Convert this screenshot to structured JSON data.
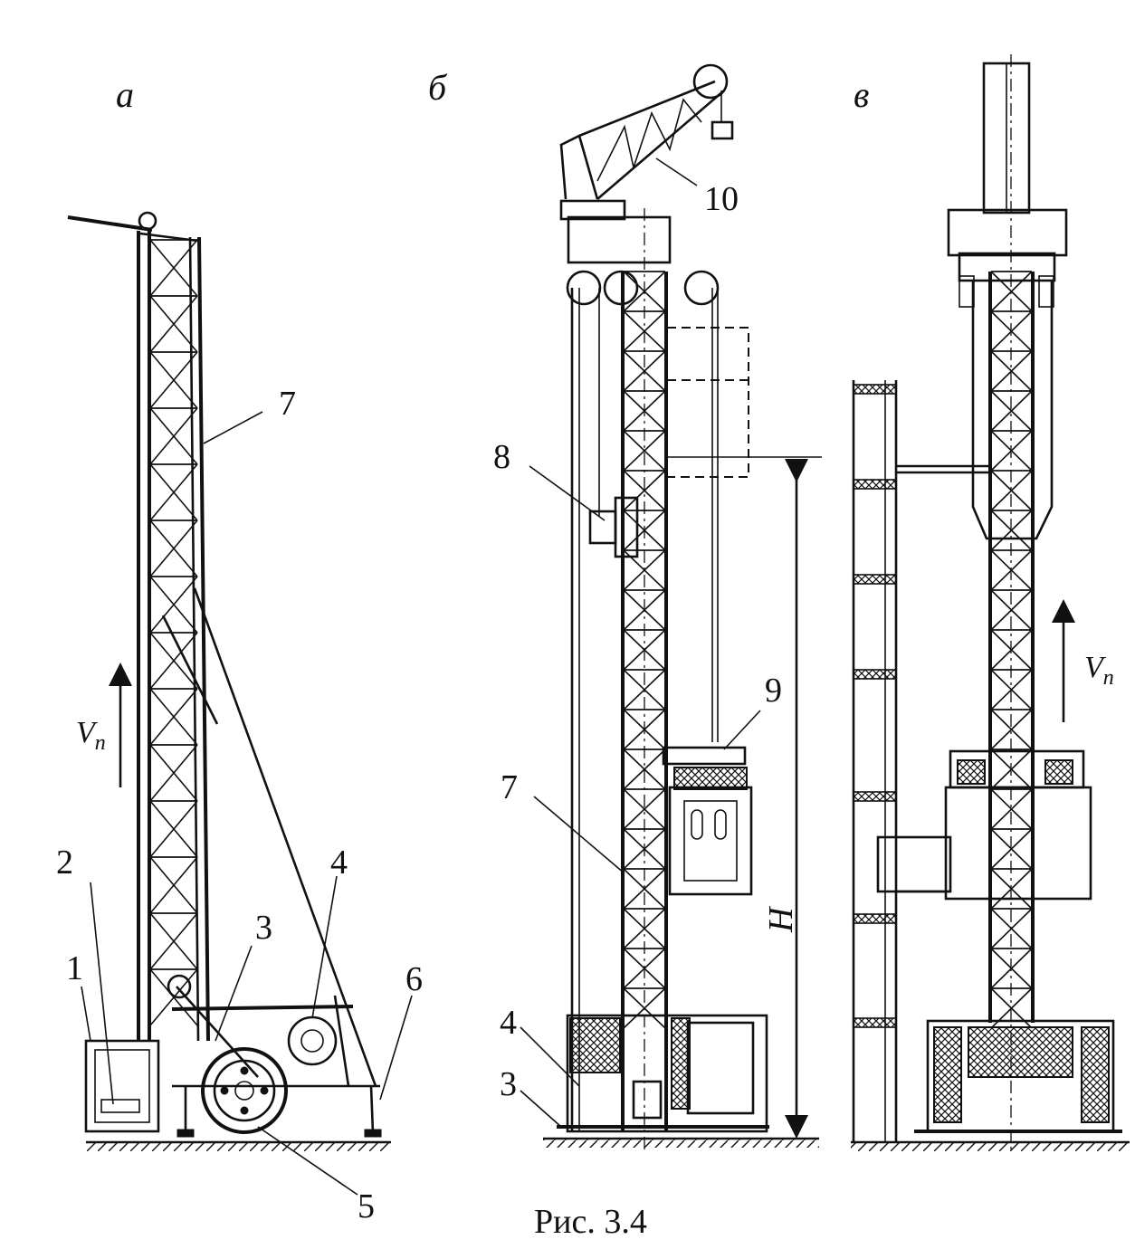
{
  "panels": {
    "a": "а",
    "b": "б",
    "c": "в"
  },
  "callouts": {
    "a": {
      "c1": "1",
      "c2": "2",
      "c3": "3",
      "c4": "4",
      "c5": "5",
      "c6": "6",
      "c7": "7"
    },
    "b": {
      "c3": "3",
      "c4": "4",
      "c7": "7",
      "c8": "8",
      "c9": "9",
      "c10": "10"
    }
  },
  "symbols": {
    "lift_speed_a": "V",
    "lift_speed_a_sub": "n",
    "lift_speed_c": "V",
    "lift_speed_c_sub": "n",
    "height": "H"
  },
  "caption": "Рис. 3.4"
}
